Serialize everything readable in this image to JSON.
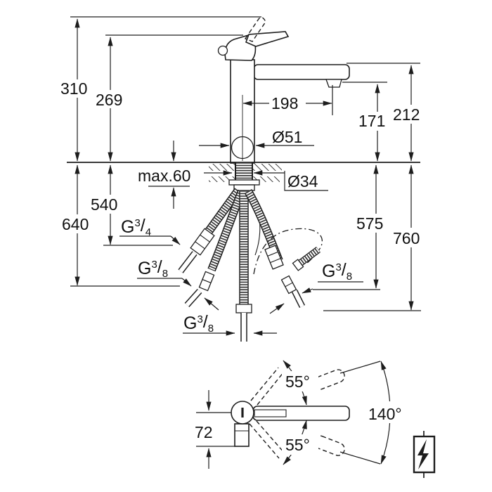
{
  "drawing": {
    "type": "faucet-installation-dimension-drawing",
    "colors": {
      "line": "#1d1d1d",
      "background": "#ffffff"
    },
    "dims": {
      "d310": "310",
      "d269": "269",
      "d198": "198",
      "d171": "171",
      "d212": "212",
      "dia51": "Ø51",
      "dia34": "Ø34",
      "max60": "max.60",
      "d540": "540",
      "d640": "640",
      "d575": "575",
      "d760": "760",
      "d72": "72"
    },
    "threads": {
      "g34": {
        "g": "G",
        "num": "3",
        "slash": "/",
        "den": "4"
      },
      "g38": {
        "g": "G",
        "num": "3",
        "slash": "/",
        "den": "8"
      }
    },
    "angles": {
      "half": "55°",
      "total": "140°"
    },
    "icons": {
      "flash": "⚡"
    }
  }
}
